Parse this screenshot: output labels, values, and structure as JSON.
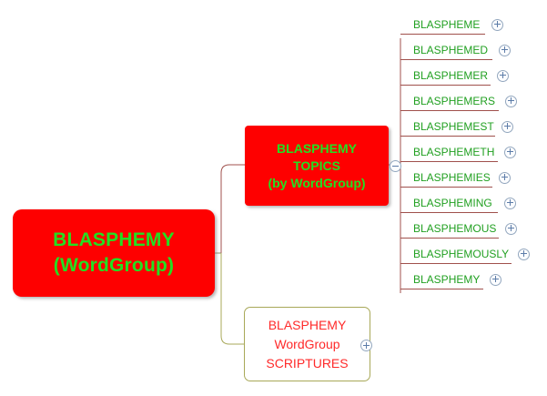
{
  "diagram": {
    "type": "mind-map",
    "background_color": "#ffffff",
    "root": {
      "lines": [
        "BLASPHEMY",
        "(WordGroup)"
      ],
      "fill_color": "#fe0000",
      "text_color": "#22e022"
    },
    "branches": [
      {
        "name": "topics",
        "lines": [
          "BLASPHEMY",
          "TOPICS",
          "(by WordGroup)"
        ],
        "fill_color": "#fe0000",
        "text_color": "#22e022",
        "connector_color": "#a0504c",
        "toggle": "minus-circle-icon"
      },
      {
        "name": "scriptures",
        "lines": [
          "BLASPHEMY",
          "WordGroup",
          "SCRIPTURES"
        ],
        "fill_color": "#ffffff",
        "border_color": "#a8a858",
        "text_color": "#ff2a2a",
        "connector_color": "#a8a858",
        "toggle": "plus-circle-icon"
      }
    ],
    "leaves": {
      "text_color": "#21a021",
      "underline_color": "#a0504c",
      "toggle": "plus-circle-icon",
      "items": [
        {
          "label": "BLASPHEME",
          "width": 93
        },
        {
          "label": "BLASPHEMED",
          "width": 101
        },
        {
          "label": "BLASPHEMER",
          "width": 99
        },
        {
          "label": "BLASPHEMERS",
          "width": 108
        },
        {
          "label": "BLASPHEMEST",
          "width": 104
        },
        {
          "label": "BLASPHEMETH",
          "width": 107
        },
        {
          "label": "BLASPHEMIES",
          "width": 101
        },
        {
          "label": "BLASPHEMING",
          "width": 107
        },
        {
          "label": "BLASPHEMOUS",
          "width": 108
        },
        {
          "label": "BLASPHEMOUSLY",
          "width": 122
        },
        {
          "label": "BLASPHEMY",
          "width": 91
        }
      ]
    }
  }
}
